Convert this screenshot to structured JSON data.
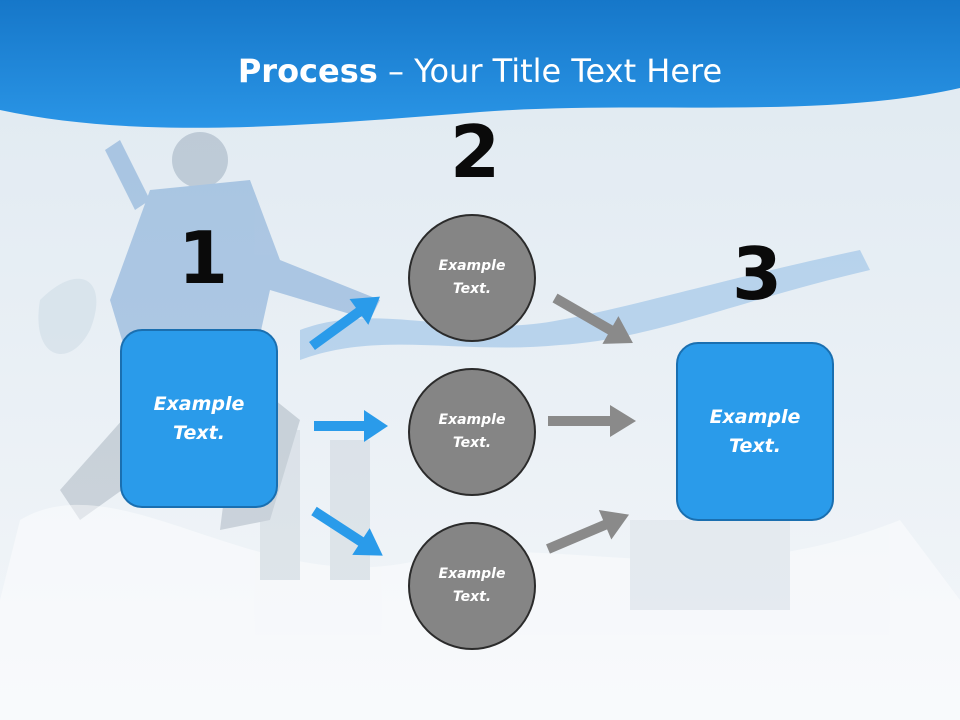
{
  "slide": {
    "title_bold": "Process",
    "title_rest": " – Your Title Text Here"
  },
  "steps": [
    {
      "number": "1",
      "text": "Example\nText."
    },
    {
      "number": "2",
      "circles": [
        "Example\nText.",
        "Example\nText.",
        "Example\nText."
      ]
    },
    {
      "number": "3",
      "text": "Example\nText."
    }
  ],
  "colors": {
    "header_blue": "#1a7fd0",
    "box_blue": "#2a9bea",
    "box_border": "#1a6fb0",
    "circle_gray": "#858585",
    "blue_arrow": "#2a9bea",
    "gray_arrow": "#8a8a8a"
  }
}
